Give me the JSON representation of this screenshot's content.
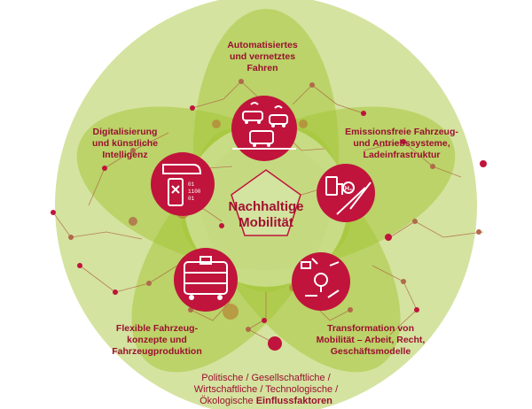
{
  "center": {
    "line1": "Nachhaltige",
    "line2": "Mobilität"
  },
  "topics": [
    {
      "id": "automated",
      "lines": [
        "Automatisiertes",
        "und vernetztes",
        "Fahren"
      ],
      "icon": "connected-cars-icon"
    },
    {
      "id": "emission",
      "lines": [
        "Emissionsfreie Fahrzeug-",
        "und Antriebssysteme,",
        "Ladeinfrastruktur"
      ],
      "icon": "charging-station-icon"
    },
    {
      "id": "transformation",
      "lines": [
        "Transformation von",
        "Mobilität – Arbeit, Recht,",
        "Geschäftsmodelle"
      ],
      "icon": "business-transformation-icon"
    },
    {
      "id": "flexible",
      "lines": [
        "Flexible Fahrzeug-",
        "konzepte und",
        "Fahrzeugproduktion"
      ],
      "icon": "vehicle-production-icon"
    },
    {
      "id": "digital",
      "lines": [
        "Digitalisierung",
        "und künstliche",
        "Intelligenz"
      ],
      "icon": "digital-train-icon"
    }
  ],
  "factors": {
    "line1": "Politische / Gesellschaftliche /",
    "line2": "Wirtschaftliche / Technologische /",
    "line3_normal": "Ökologische ",
    "line3_bold": "Einflussfaktoren"
  },
  "colors": {
    "outer_circle": "#d2e29c",
    "petal": "#a9c93f",
    "accent": "#c0143c",
    "text": "#9a1030"
  }
}
